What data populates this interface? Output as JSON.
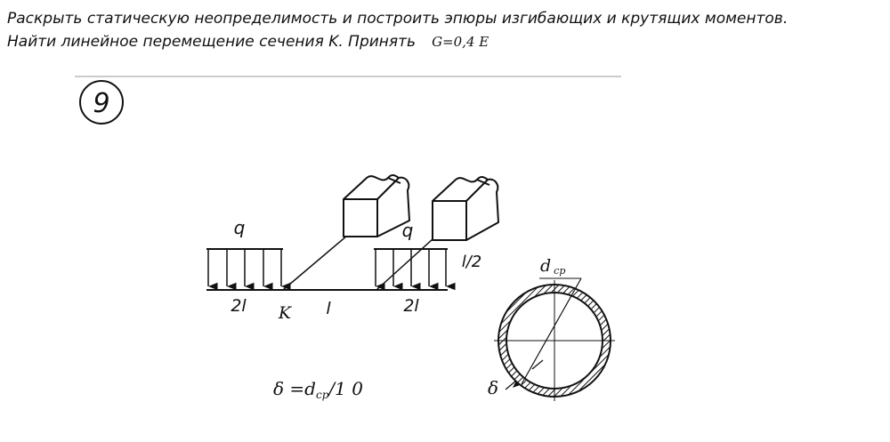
{
  "task": {
    "line1": "Раскрыть статическую неопределимость и построить эпюры изгибающих   и крутящих моментов.",
    "line2": "Найти линейное перемещение сечения K.   Принять",
    "given": "G=0,4 E"
  },
  "variant": "9",
  "labels": {
    "q_left": "q",
    "q_right": "q",
    "len_left": "2l",
    "point_k": "K",
    "len_mid": "l",
    "len_right": "2l",
    "len_half": "l/2",
    "diameter": "d",
    "diameter_sub": "ср",
    "thickness": "δ"
  },
  "formula": {
    "main": "δ =d",
    "sub": "ср",
    "tail": "/1 0"
  }
}
